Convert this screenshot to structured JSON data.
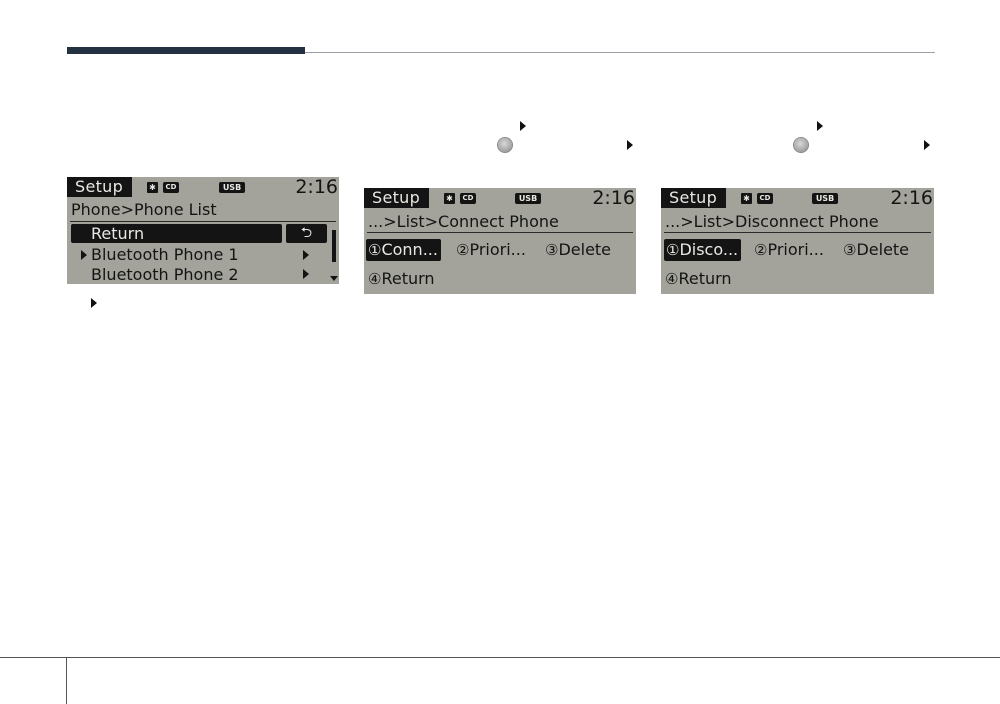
{
  "screen1": {
    "tab": "Setup",
    "bt_icon": "bluetooth-icon",
    "cd_label": "CD",
    "usb_label": "USB",
    "clock": "2:16",
    "path": "Phone>Phone List",
    "items": [
      "Return",
      "Bluetooth Phone 1",
      "Bluetooth Phone 2"
    ],
    "return_glyph": "⮌"
  },
  "screen2": {
    "tab": "Setup",
    "cd_label": "CD",
    "usb_label": "USB",
    "clock": "2:16",
    "path": "...>List>Connect Phone",
    "options": [
      {
        "num": "①",
        "label": "Conn..."
      },
      {
        "num": "②",
        "label": "Priori..."
      },
      {
        "num": "③",
        "label": "Delete"
      },
      {
        "num": "④",
        "label": "Return"
      }
    ]
  },
  "screen3": {
    "tab": "Setup",
    "cd_label": "CD",
    "usb_label": "USB",
    "clock": "2:16",
    "path": "...>List>Disconnect Phone",
    "options": [
      {
        "num": "①",
        "label": "Disco..."
      },
      {
        "num": "②",
        "label": "Priori..."
      },
      {
        "num": "③",
        "label": "Delete"
      },
      {
        "num": "④",
        "label": "Return"
      }
    ]
  },
  "colors": {
    "lcd_background": "#a3a39b",
    "lcd_dark": "#141414",
    "header_bar": "#243140"
  }
}
